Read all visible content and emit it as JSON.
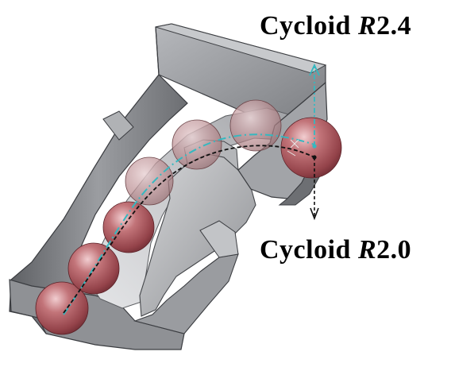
{
  "labels": {
    "top": {
      "word": "Cycloid",
      "italic": "R",
      "value": "2.4"
    },
    "bottom": {
      "word": "Cycloid",
      "italic": "R",
      "value": "2.0"
    }
  },
  "colors": {
    "housing": "#8a8c90",
    "housing_light": "#c4c6ca",
    "housing_dark": "#4e5054",
    "ball": "#a9555b",
    "ball_highlight": "#e7b8bb",
    "path_r24": "#35b8c0",
    "path_r20": "#111111"
  }
}
